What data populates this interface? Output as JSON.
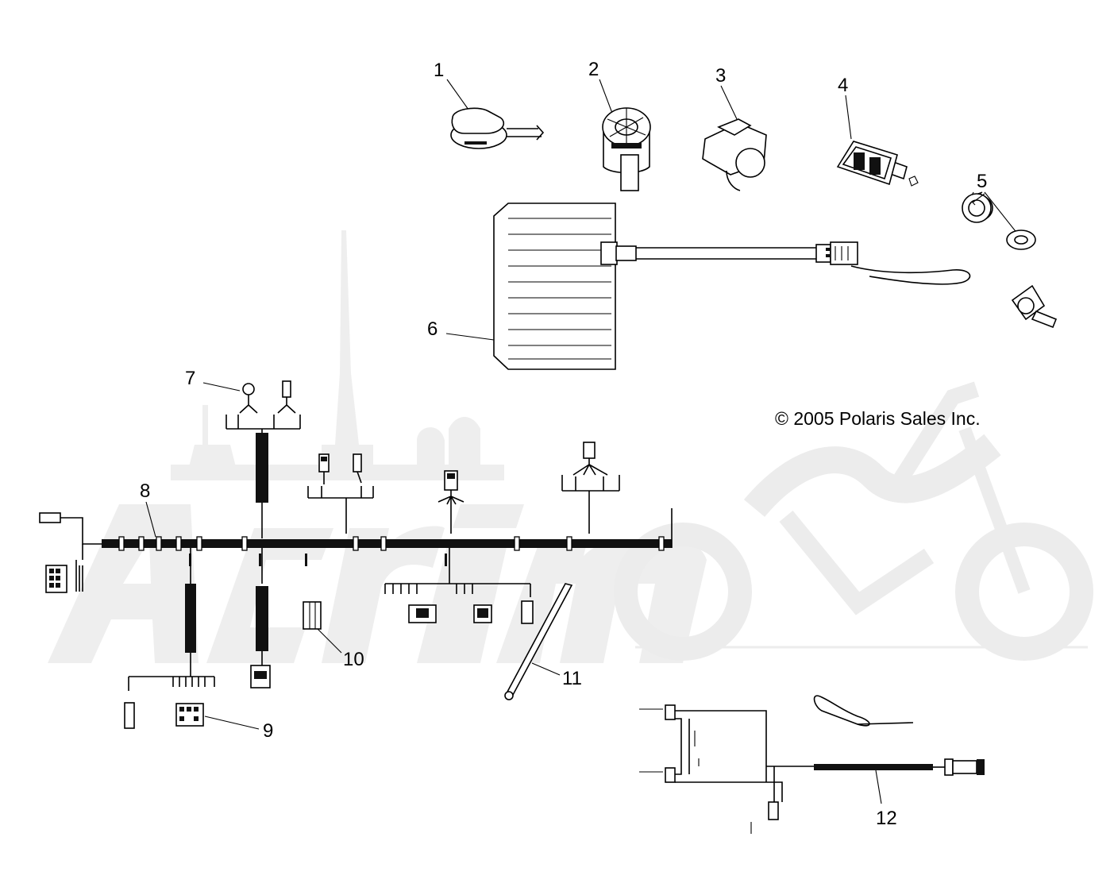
{
  "diagram": {
    "copyright": "© 2005 Polaris Sales Inc.",
    "watermark_text": "Acrimoto",
    "callouts": [
      "1",
      "2",
      "3",
      "4",
      "5",
      "6",
      "7",
      "8",
      "9",
      "10",
      "11",
      "12"
    ],
    "colors": {
      "line": "#000000",
      "watermark": "#ececec",
      "background": "#ffffff"
    }
  }
}
